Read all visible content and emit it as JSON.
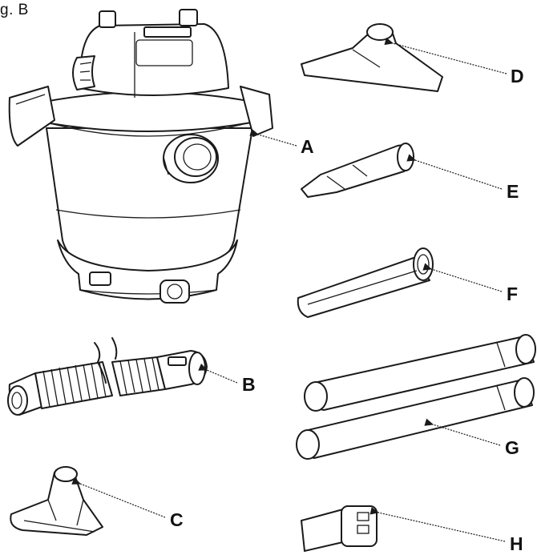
{
  "figure": {
    "title": "g. B"
  },
  "callouts": {
    "a": "A",
    "b": "B",
    "c": "C",
    "d": "D",
    "e": "E",
    "f": "F",
    "g": "G",
    "h": "H"
  }
}
